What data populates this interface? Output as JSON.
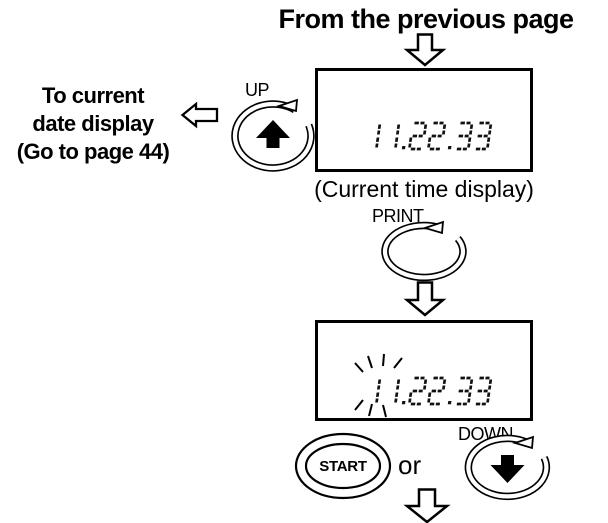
{
  "title": "From the previous page",
  "left_note": {
    "lines": [
      "To current",
      "date display",
      "(Go to page 44)"
    ]
  },
  "flow": {
    "caption": "(Current time display)",
    "or_label": "or"
  },
  "buttons": {
    "up": {
      "label": "UP",
      "icon": "loop-arrow with black up-arrow"
    },
    "print": {
      "label": "PRINT",
      "icon": "loop-arrow"
    },
    "start": {
      "label": "START",
      "icon": "double-oval button"
    },
    "down": {
      "label": "DOWN",
      "icon": "loop-arrow with black down-arrow"
    }
  },
  "displays": {
    "current_time": {
      "value": "11.22.33",
      "blinking": false
    },
    "time_setting": {
      "value": "11.22.33",
      "blinking": true,
      "blinking_digits": "11"
    }
  },
  "colors": {
    "ink": "#000000",
    "background": "#ffffff"
  }
}
